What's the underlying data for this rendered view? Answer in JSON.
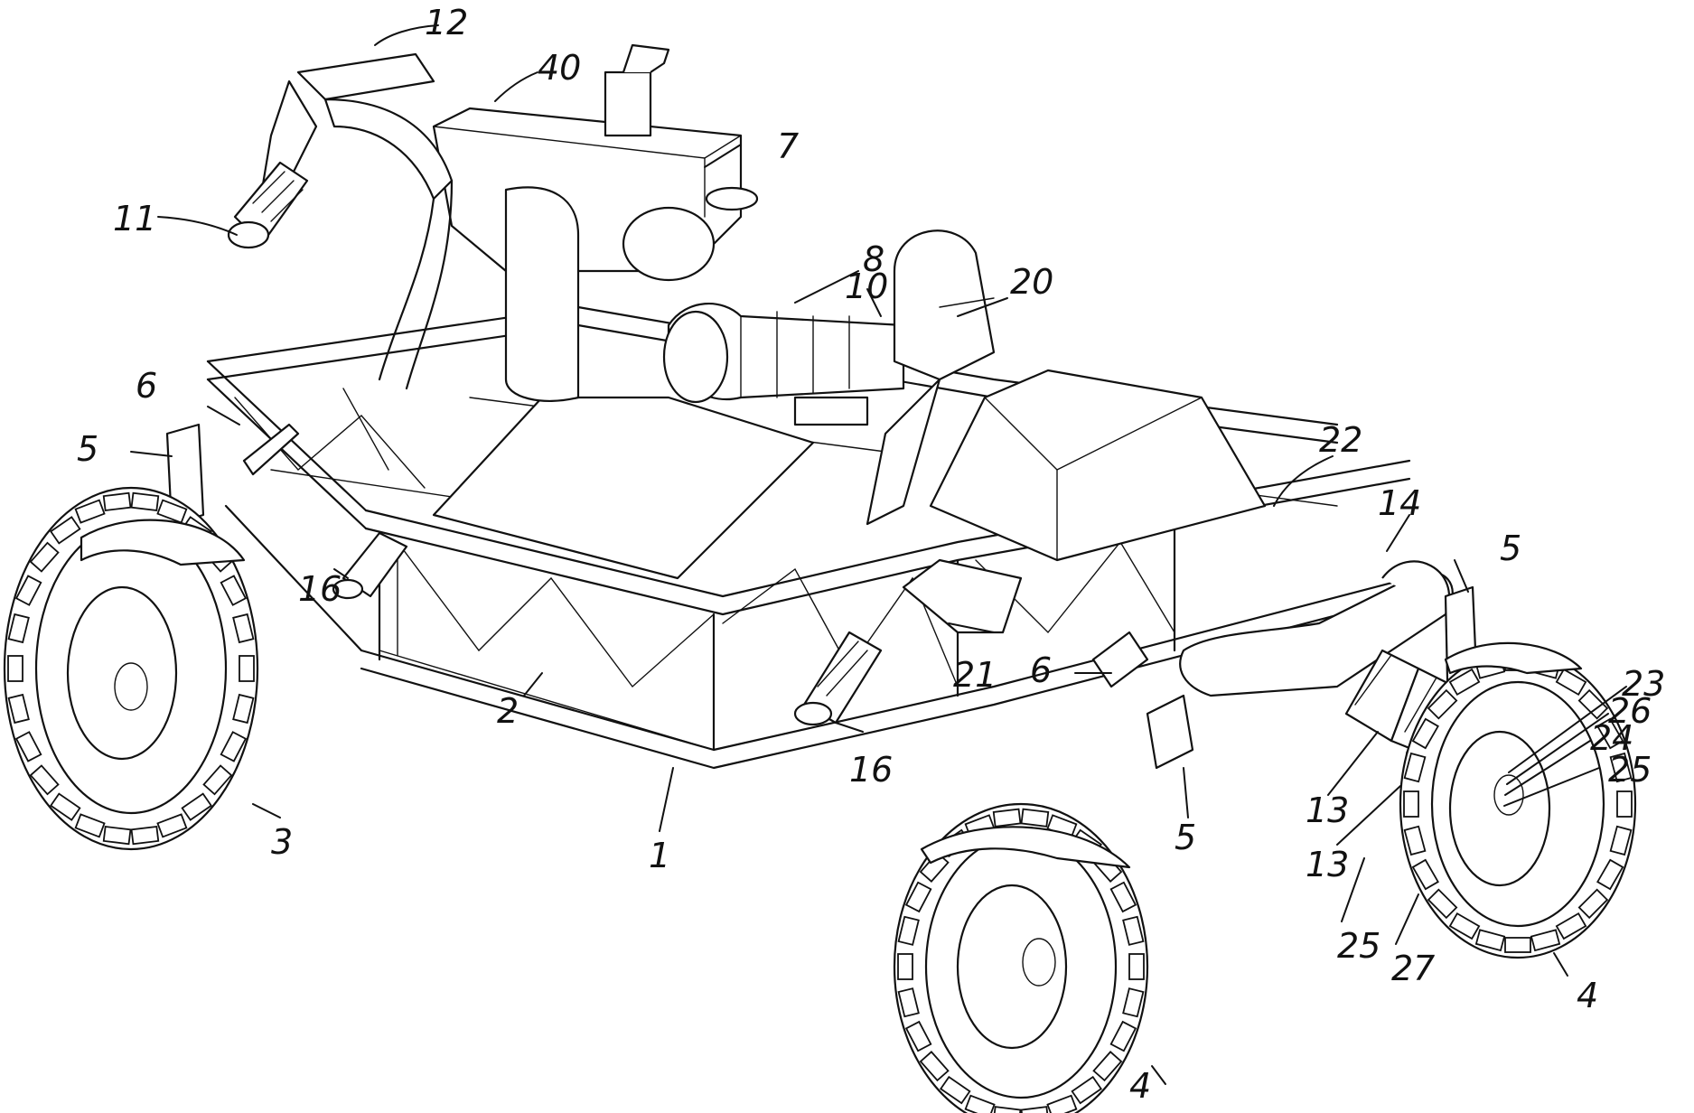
{
  "reference_numerals": {
    "n12": "12",
    "n40": "40",
    "n7": "7",
    "n11": "11",
    "n8": "8",
    "n10": "10",
    "n20": "20",
    "n6_left": "6",
    "n5_left": "5",
    "n22": "22",
    "n14": "14",
    "n5_right": "5",
    "n23": "23",
    "n26": "26",
    "n24": "24",
    "n25_right": "25",
    "n16_left": "16",
    "n21": "21",
    "n6_right": "6",
    "n2": "2",
    "n16_mid": "16",
    "n3": "3",
    "n1": "1",
    "n5_bottom": "5",
    "n13_a": "13",
    "n13_b": "13",
    "n25_bottom": "25",
    "n27": "27",
    "n4_right": "4",
    "n4_bottom": "4"
  }
}
